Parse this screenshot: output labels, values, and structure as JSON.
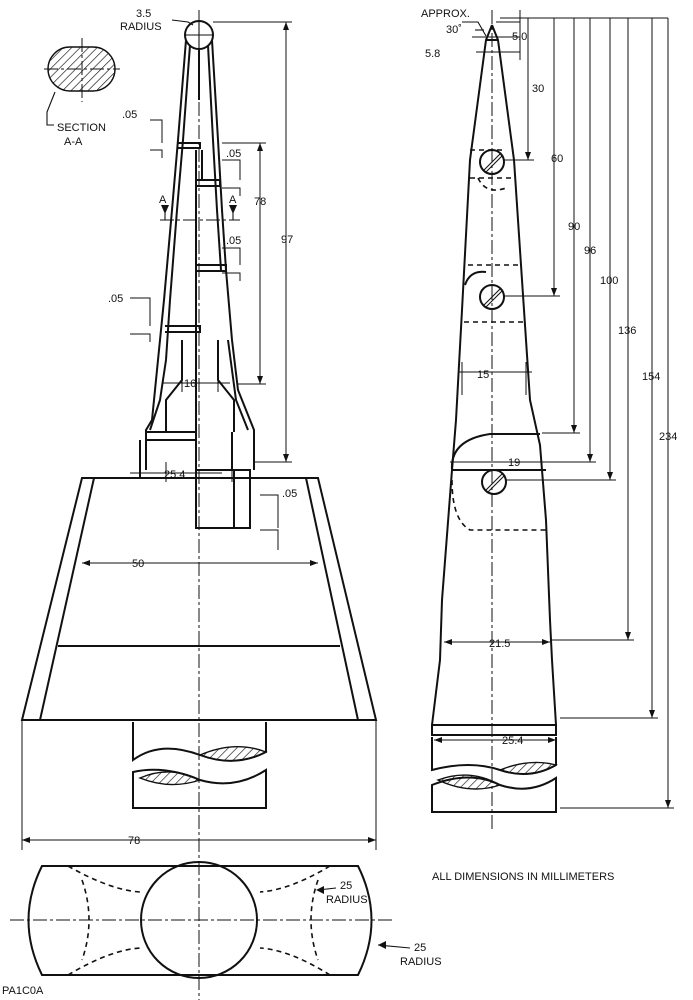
{
  "labels": {
    "radius_3_5": "3.5",
    "radius_word_1": "RADIUS",
    "section_title": "SECTION",
    "section_aa": "A-A",
    "dim_05_a": ".05",
    "dim_05_b": ".05",
    "dim_05_c": ".05",
    "dim_05_d": ".05",
    "dim_05_e": ".05",
    "section_mark_left": "A",
    "section_mark_right": "A",
    "dim_78_height": "78",
    "dim_97": "97",
    "dim_16": "16",
    "dim_25_4_left": "25.4",
    "dim_50": "50",
    "dim_78_width": "78",
    "radius_25_a": "25",
    "radius_word_2": "RADIUS",
    "radius_25_b": "25",
    "radius_word_3": "RADIUS",
    "drawing_id": "PA1C0A",
    "approx": "APPROX.",
    "angle_30": "30˚",
    "dim_5_0": "5.0",
    "dim_5_8": "5.8",
    "dim_30": "30",
    "dim_60": "60",
    "dim_90": "90",
    "dim_96": "96",
    "dim_100": "100",
    "dim_136": "136",
    "dim_154": "154",
    "dim_234": "234",
    "dim_15": "15",
    "dim_19": "19",
    "dim_21_5": "21.5",
    "dim_25_4_right": "25.4",
    "note": "ALL DIMENSIONS IN MILLIMETERS"
  }
}
